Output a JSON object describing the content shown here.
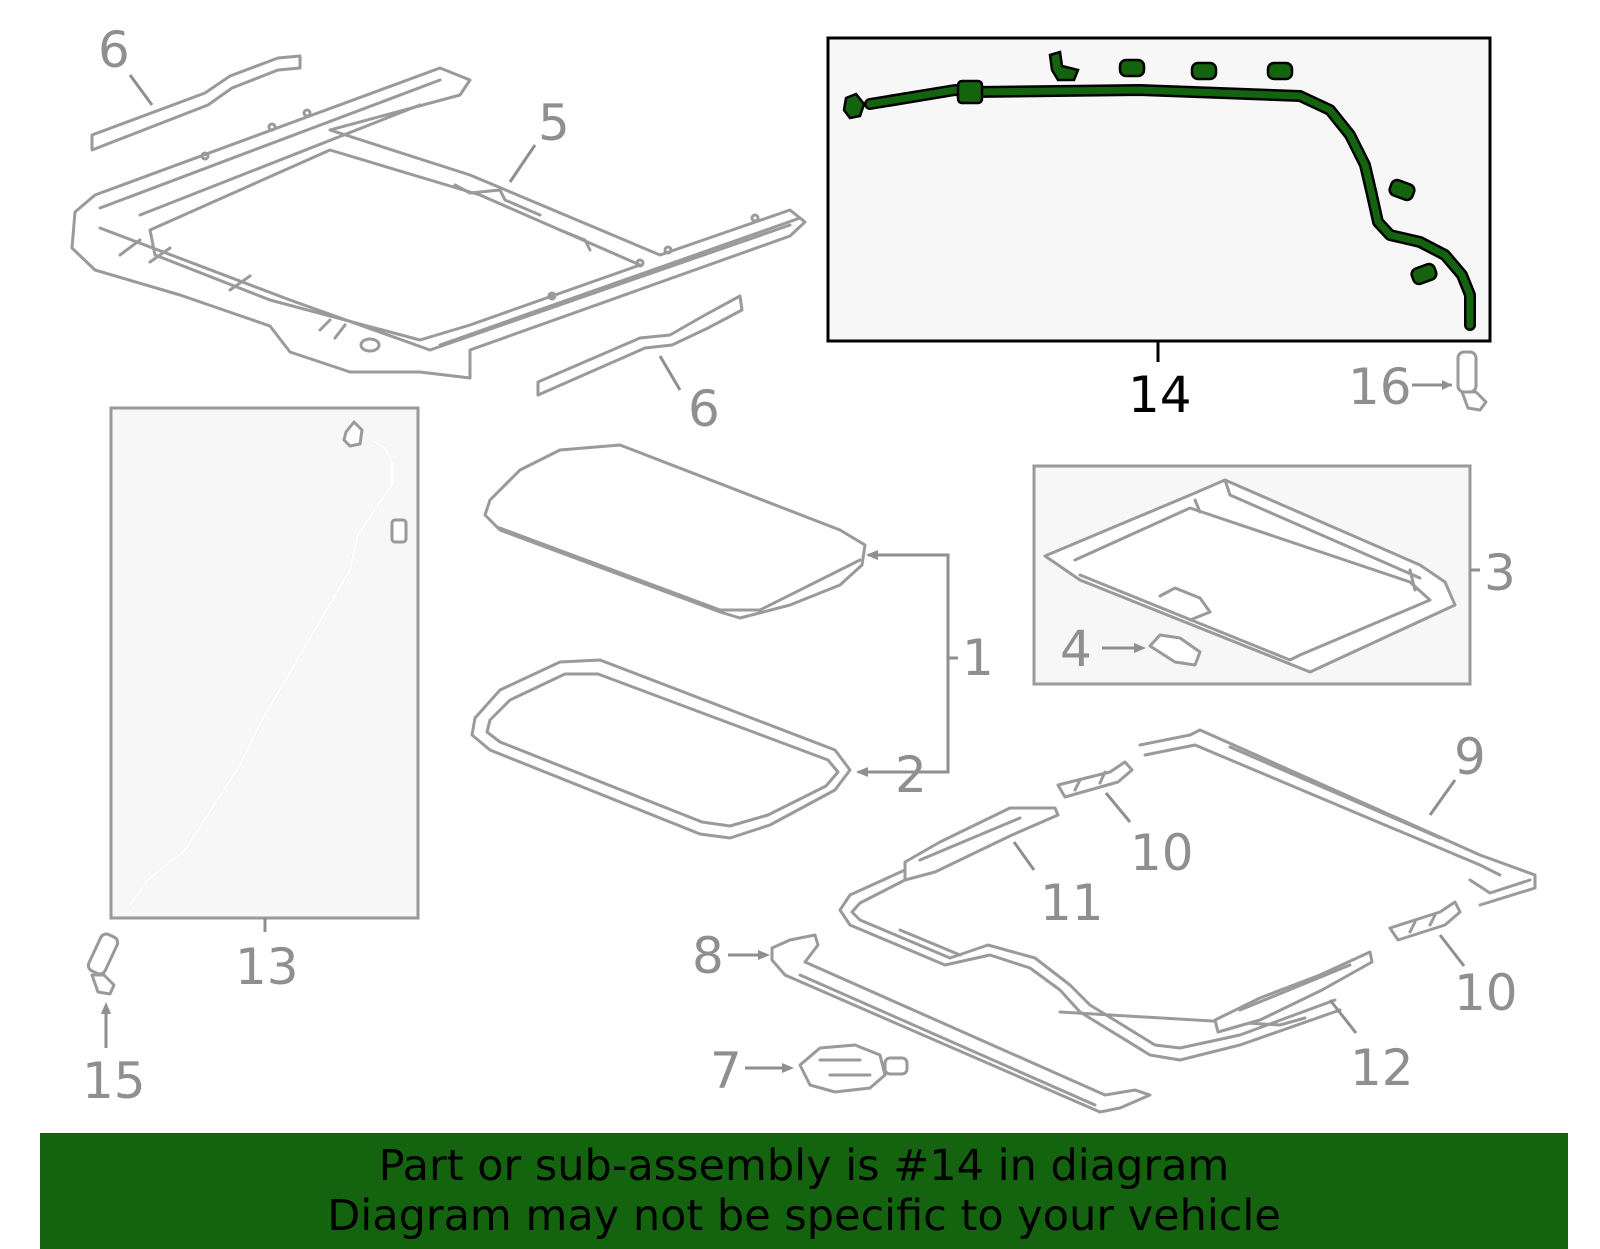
{
  "diagram": {
    "highlight_color": "#14640f",
    "part_color": "#9a9a9a",
    "callouts": {
      "c1": "1",
      "c2": "2",
      "c3": "3",
      "c4": "4",
      "c5": "5",
      "c6a": "6",
      "c6b": "6",
      "c7": "7",
      "c8": "8",
      "c9": "9",
      "c10a": "10",
      "c10b": "10",
      "c11": "11",
      "c12": "12",
      "c13": "13",
      "c14": "14",
      "c15": "15",
      "c16": "16"
    }
  },
  "banner": {
    "line1": "Part or sub-assembly is #14 in diagram",
    "line2": "Diagram may not be specific to your vehicle",
    "background": "#14640f"
  }
}
